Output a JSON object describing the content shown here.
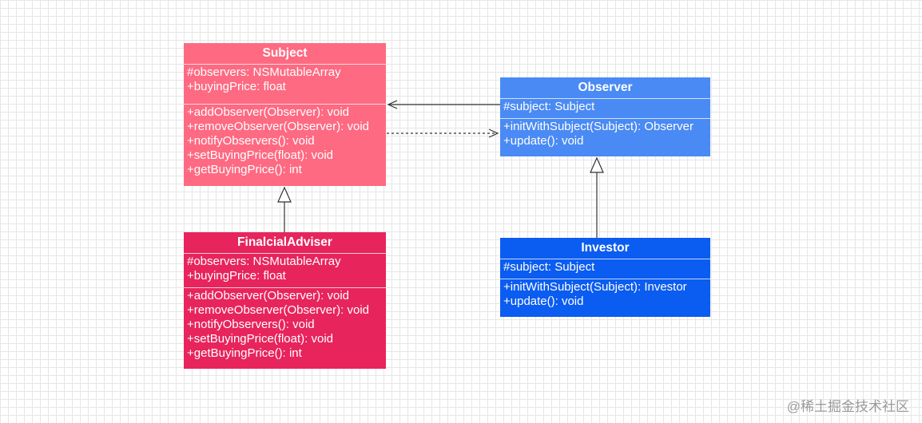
{
  "colors": {
    "subject": "#fe6a82",
    "advisor": "#e8245c",
    "observer": "#4a8af4",
    "investor": "#0b5cf0",
    "line": "#333333"
  },
  "classes": {
    "subject": {
      "title": "Subject",
      "attributes": [
        "#observers: NSMutableArray",
        "+buyingPrice: float"
      ],
      "methods": [
        "+addObserver(Observer): void",
        "+removeObserver(Observer): void",
        "+notifyObservers(): void",
        "+setBuyingPrice(float): void",
        "+getBuyingPrice(): int"
      ]
    },
    "advisor": {
      "title": "FinalcialAdviser",
      "attributes": [
        "#observers: NSMutableArray",
        "+buyingPrice: float"
      ],
      "methods": [
        "+addObserver(Observer): void",
        "+removeObserver(Observer): void",
        "+notifyObservers(): void",
        "+setBuyingPrice(float): void",
        "+getBuyingPrice(): int"
      ]
    },
    "observer": {
      "title": "Observer",
      "attributes": [
        "#subject: Subject"
      ],
      "methods": [
        "+initWithSubject(Subject): Observer",
        "+update(): void"
      ]
    },
    "investor": {
      "title": "Investor",
      "attributes": [
        "#subject: Subject"
      ],
      "methods": [
        "+initWithSubject(Subject): Investor",
        "+update(): void"
      ]
    }
  },
  "relations": [
    {
      "from": "observer",
      "to": "subject",
      "style": "solid",
      "head": "open-arrow"
    },
    {
      "from": "subject",
      "to": "observer",
      "style": "dashed",
      "head": "open-arrow"
    },
    {
      "from": "advisor",
      "to": "subject",
      "style": "solid",
      "head": "hollow-triangle"
    },
    {
      "from": "investor",
      "to": "observer",
      "style": "solid",
      "head": "hollow-triangle"
    }
  ],
  "watermark": "@稀土掘金技术社区"
}
